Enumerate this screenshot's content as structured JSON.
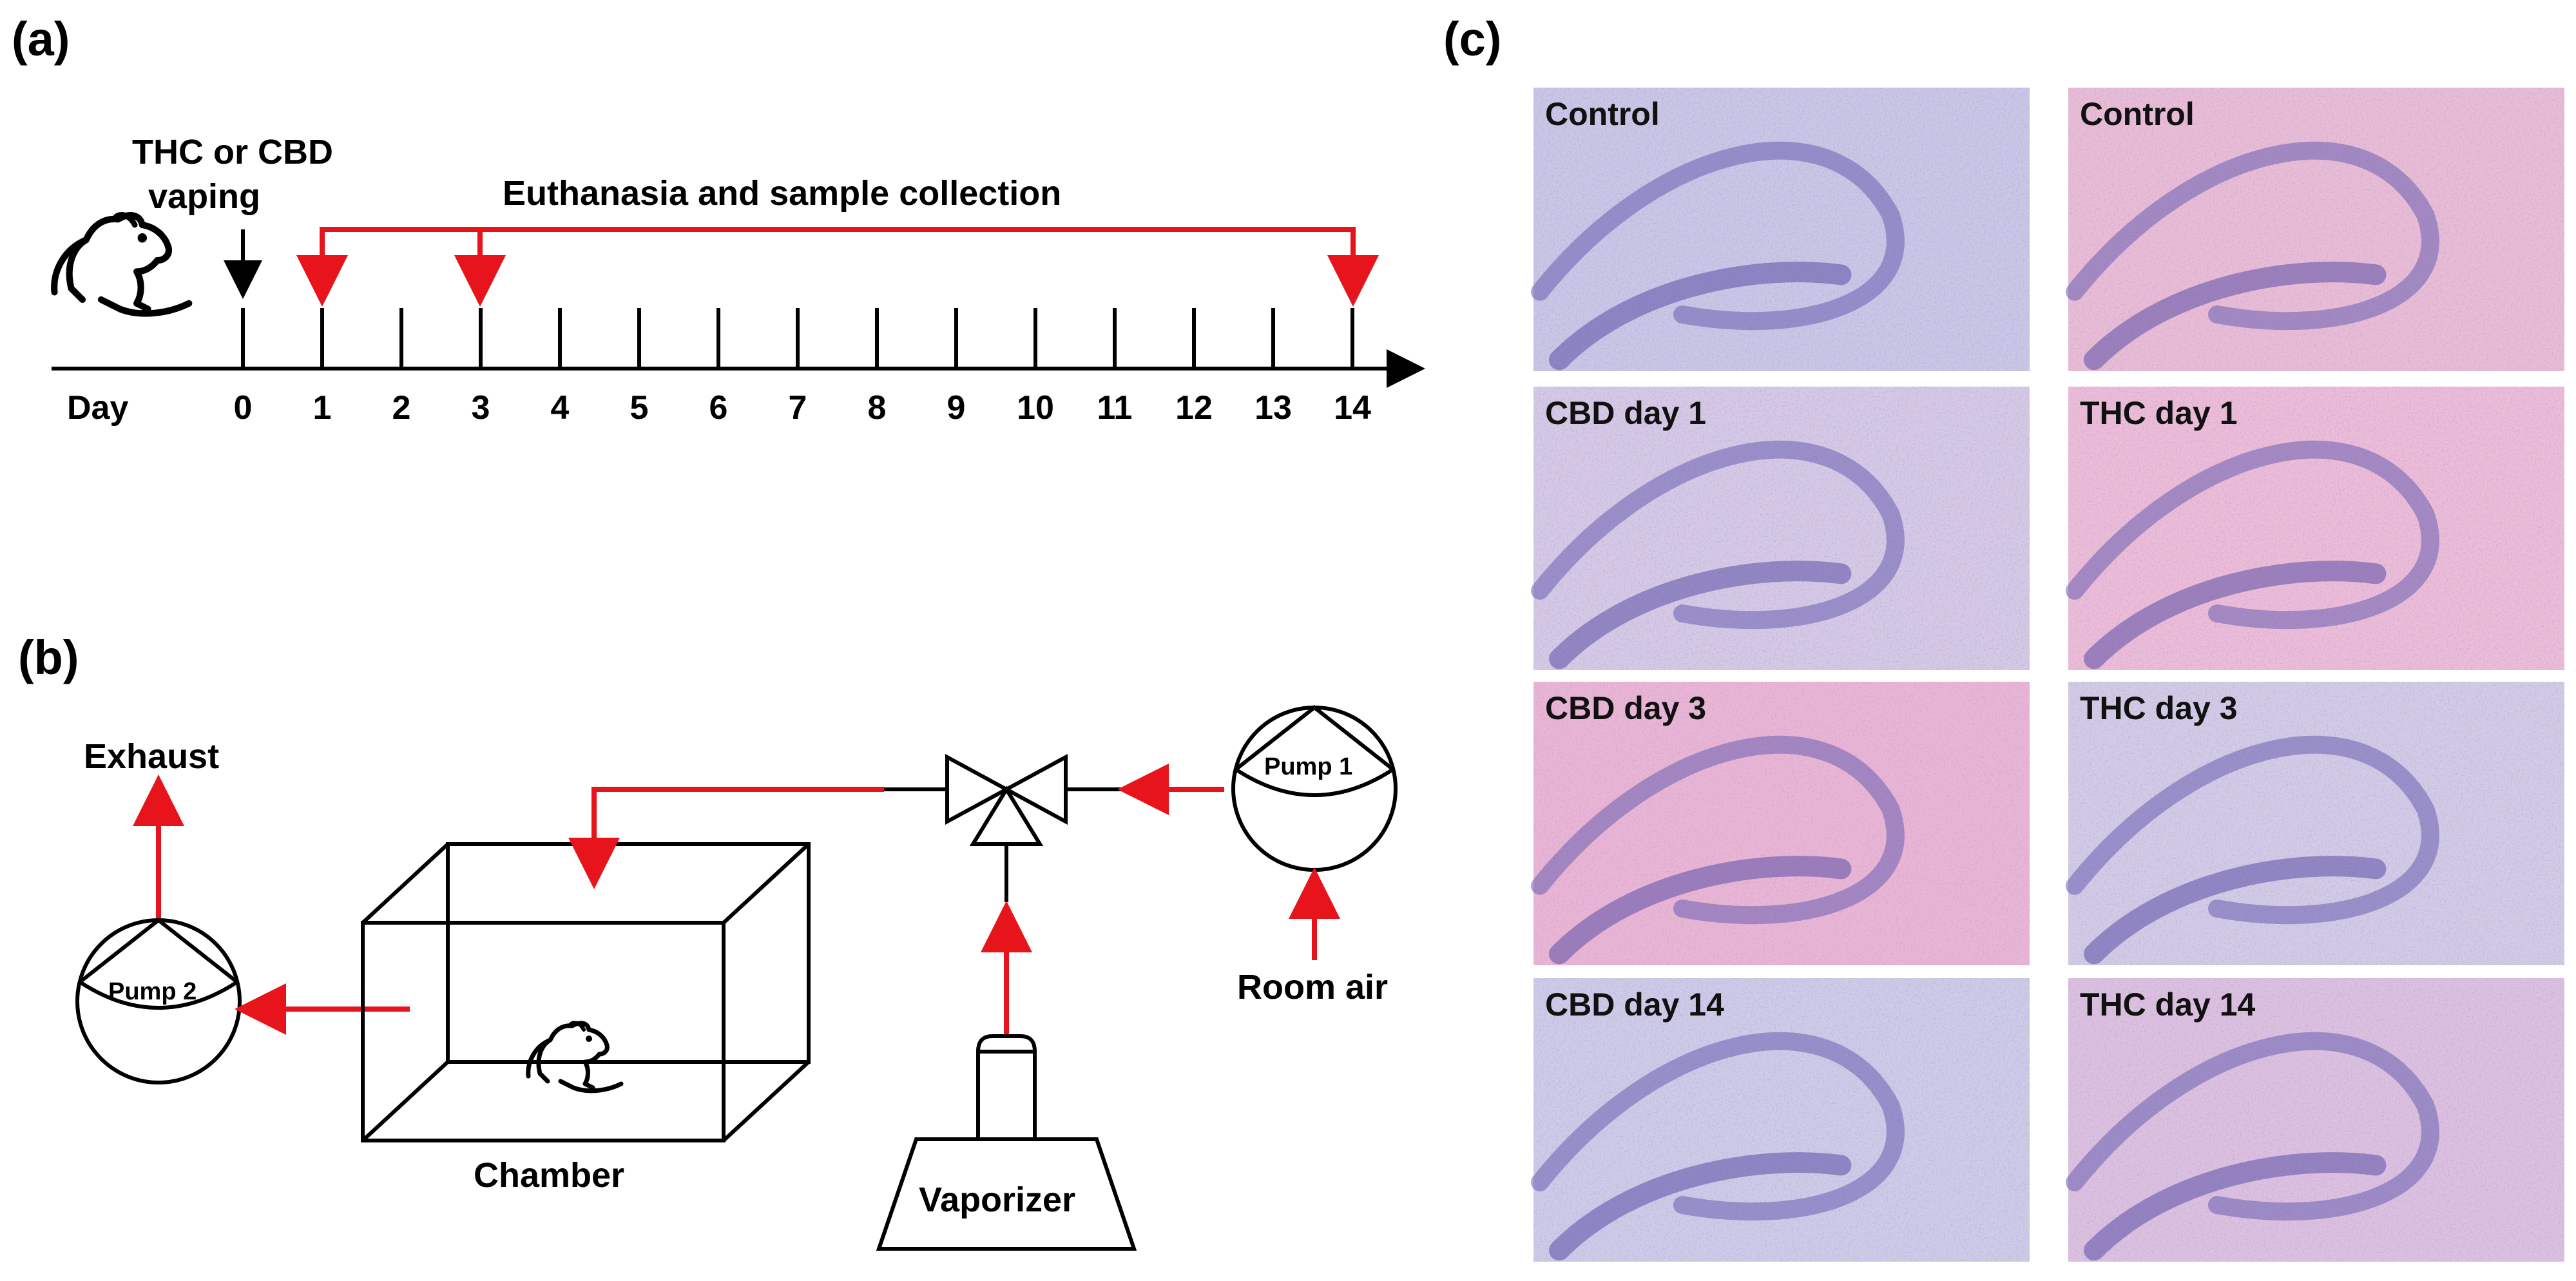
{
  "panel_a": {
    "label": "(a)",
    "treatment_label_line1": "THC or CBD",
    "treatment_label_line2": "vaping",
    "collection_label": "Euthanasia and sample collection",
    "axis_label": "Day",
    "days": [
      "0",
      "1",
      "2",
      "3",
      "4",
      "5",
      "6",
      "7",
      "8",
      "9",
      "10",
      "11",
      "12",
      "13",
      "14"
    ],
    "treatment_day": "0",
    "collection_days": [
      "1",
      "3",
      "14"
    ],
    "icon": "rat-icon"
  },
  "panel_b": {
    "label": "(b)",
    "exhaust_label": "Exhaust",
    "pump2_label": "Pump 2",
    "chamber_label": "Chamber",
    "pump1_label": "Pump 1",
    "room_air_label": "Room air",
    "vaporizer_label": "Vaporizer",
    "flow_color": "#e8141b",
    "icons": [
      "pump-icon",
      "valve-icon",
      "vaporizer-icon",
      "rat-icon"
    ]
  },
  "panel_c": {
    "label": "(c)",
    "micrographs": [
      {
        "label": "Control",
        "tint": "#c9c6e6"
      },
      {
        "label": "Control",
        "tint": "#e9bcd6"
      },
      {
        "label": "CBD day 1",
        "tint": "#d5c9e6"
      },
      {
        "label": "THC day 1",
        "tint": "#ecbcd8"
      },
      {
        "label": "CBD day 3",
        "tint": "#eab5d5"
      },
      {
        "label": "THC day 3",
        "tint": "#d2cbe6"
      },
      {
        "label": "CBD day 14",
        "tint": "#cdcbe8"
      },
      {
        "label": "THC day 14",
        "tint": "#dcc0e0"
      }
    ]
  }
}
